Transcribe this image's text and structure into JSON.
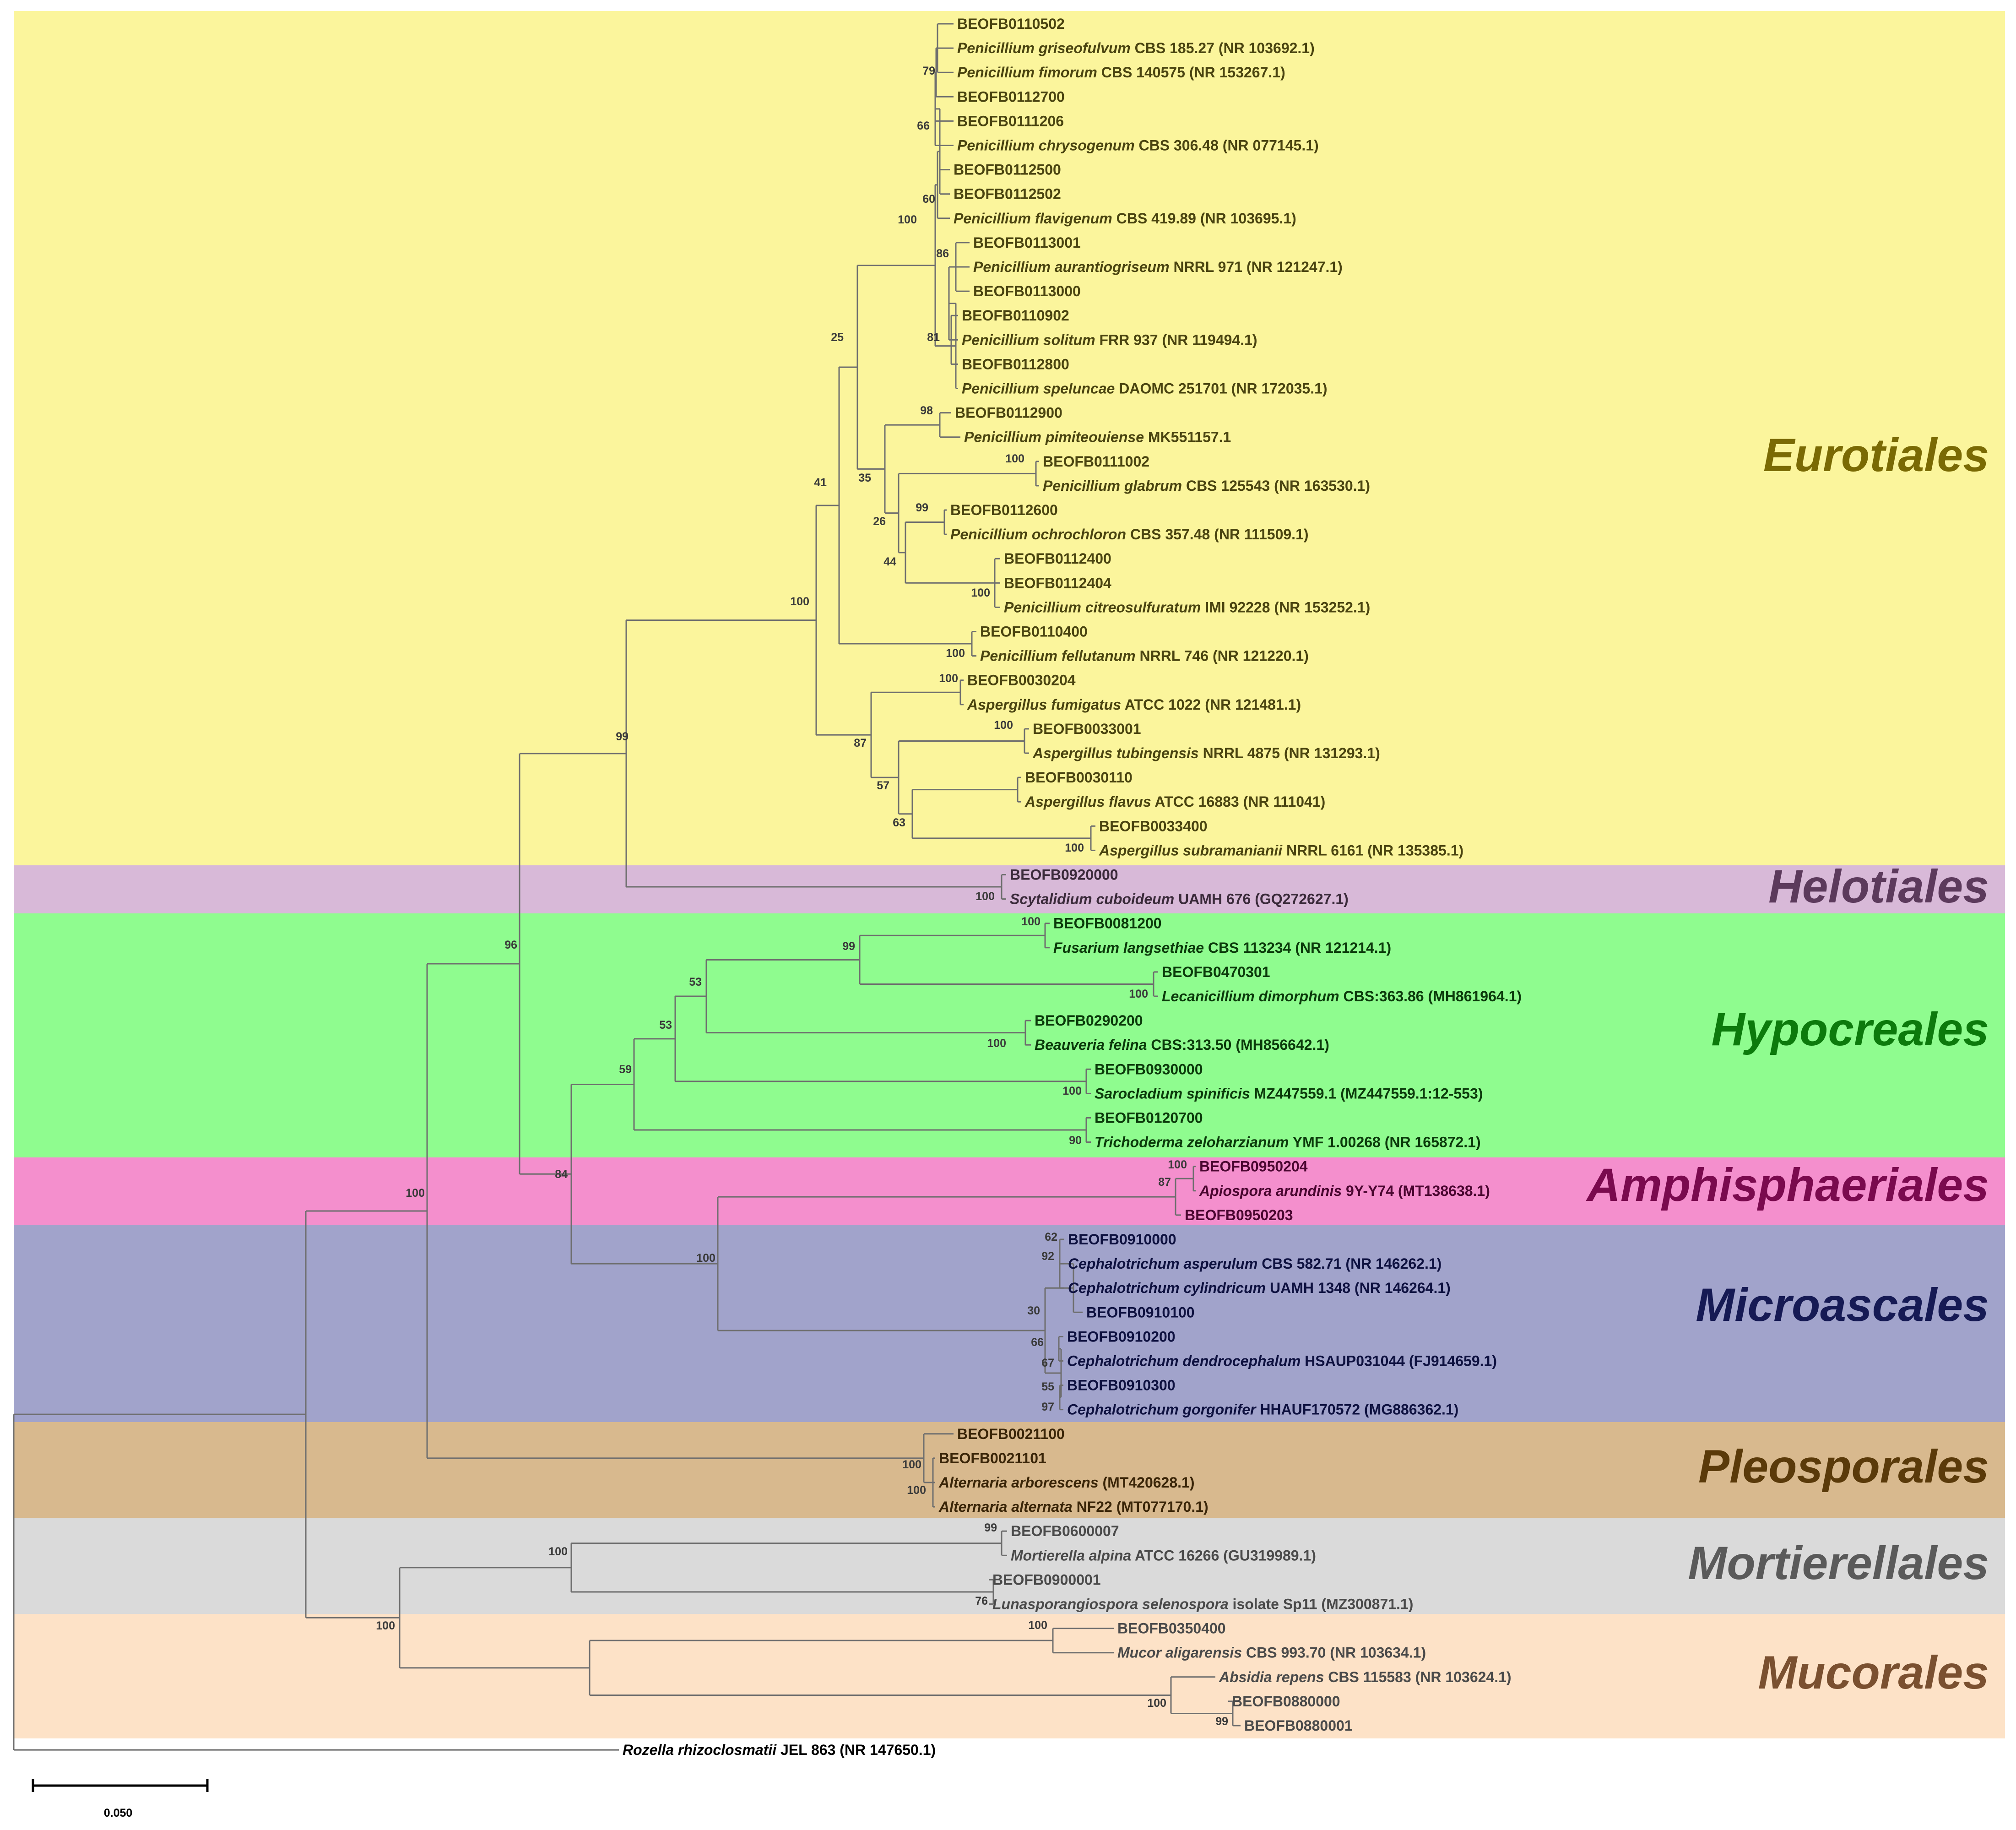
{
  "figure": {
    "bands": [
      {
        "name": "Eurotiales",
        "fill": "#fbf59c",
        "text": "#7a6a04"
      },
      {
        "name": "Helotiales",
        "fill": "#d8b9d8",
        "text": "#5c3a5c"
      },
      {
        "name": "Hypocreales",
        "fill": "#8ffc8f",
        "text": "#0c7a0c"
      },
      {
        "name": "Amphisphaeriales",
        "fill": "#f48fcd",
        "text": "#7a0a4e"
      },
      {
        "name": "Microascales",
        "fill": "#a1a3cb",
        "text": "#161a54"
      },
      {
        "name": "Pleosporales",
        "fill": "#d8b98e",
        "text": "#5a3a0a"
      },
      {
        "name": "Mortierellales",
        "fill": "#dadada",
        "text": "#5a5a5a"
      },
      {
        "name": "Mucorales",
        "fill": "#fde2c7",
        "text": "#7a5030"
      }
    ],
    "leaves": [
      {
        "pre": "BEOFB0110502",
        "it": "",
        "post": ""
      },
      {
        "pre": "",
        "it": "Penicillium griseofulvum",
        "post": " CBS 185.27 (NR 103692.1)"
      },
      {
        "pre": "",
        "it": "Penicillium fimorum",
        "post": " CBS 140575 (NR 153267.1)"
      },
      {
        "pre": "BEOFB0112700",
        "it": "",
        "post": ""
      },
      {
        "pre": "BEOFB0111206",
        "it": "",
        "post": ""
      },
      {
        "pre": "",
        "it": "Penicillium chrysogenum",
        "post": " CBS 306.48 (NR 077145.1)"
      },
      {
        "pre": "BEOFB0112500",
        "it": "",
        "post": ""
      },
      {
        "pre": "BEOFB0112502",
        "it": "",
        "post": ""
      },
      {
        "pre": "",
        "it": "Penicillium flavigenum",
        "post": " CBS 419.89 (NR 103695.1)"
      },
      {
        "pre": "BEOFB0113001",
        "it": "",
        "post": ""
      },
      {
        "pre": "",
        "it": "Penicillium aurantiogriseum",
        "post": " NRRL 971 (NR 121247.1)"
      },
      {
        "pre": "BEOFB0113000",
        "it": "",
        "post": ""
      },
      {
        "pre": "BEOFB0110902",
        "it": "",
        "post": ""
      },
      {
        "pre": "",
        "it": "Penicillium solitum",
        "post": " FRR 937 (NR 119494.1)"
      },
      {
        "pre": "BEOFB0112800",
        "it": "",
        "post": ""
      },
      {
        "pre": "",
        "it": "Penicillium speluncae",
        "post": " DAOMC 251701 (NR 172035.1)"
      },
      {
        "pre": "BEOFB0112900",
        "it": "",
        "post": ""
      },
      {
        "pre": "",
        "it": "Penicillium pimiteouiense",
        "post": " MK551157.1"
      },
      {
        "pre": "BEOFB0111002",
        "it": "",
        "post": ""
      },
      {
        "pre": "",
        "it": "Penicillium glabrum",
        "post": " CBS 125543 (NR 163530.1)"
      },
      {
        "pre": "BEOFB0112600",
        "it": "",
        "post": ""
      },
      {
        "pre": "",
        "it": "Penicillium ochrochloron",
        "post": " CBS 357.48 (NR 111509.1)"
      },
      {
        "pre": "BEOFB0112400",
        "it": "",
        "post": ""
      },
      {
        "pre": "BEOFB0112404",
        "it": "",
        "post": ""
      },
      {
        "pre": "",
        "it": "Penicillium citreosulfuratum",
        "post": " IMI 92228 (NR 153252.1)"
      },
      {
        "pre": "BEOFB0110400",
        "it": "",
        "post": ""
      },
      {
        "pre": "",
        "it": "Penicillium fellutanum",
        "post": " NRRL 746 (NR 121220.1)"
      },
      {
        "pre": "BEOFB0030204",
        "it": "",
        "post": ""
      },
      {
        "pre": "",
        "it": "Aspergillus fumigatus",
        "post": " ATCC 1022 (NR 121481.1)"
      },
      {
        "pre": "BEOFB0033001",
        "it": "",
        "post": ""
      },
      {
        "pre": "",
        "it": "Aspergillus tubingensis",
        "post": " NRRL 4875 (NR 131293.1)"
      },
      {
        "pre": "BEOFB0030110",
        "it": "",
        "post": ""
      },
      {
        "pre": "",
        "it": "Aspergillus flavus",
        "post": " ATCC 16883 (NR 111041)"
      },
      {
        "pre": "BEOFB0033400",
        "it": "",
        "post": ""
      },
      {
        "pre": "",
        "it": "Aspergillus subramanianii",
        "post": " NRRL 6161 (NR 135385.1)"
      },
      {
        "pre": "BEOFB0920000",
        "it": "",
        "post": ""
      },
      {
        "pre": "",
        "it": "Scytalidium cuboideum",
        "post": " UAMH 676 (GQ272627.1)"
      },
      {
        "pre": "BEOFB0081200",
        "it": "",
        "post": ""
      },
      {
        "pre": "",
        "it": "Fusarium langsethiae",
        "post": " CBS 113234 (NR 121214.1)"
      },
      {
        "pre": "BEOFB0470301",
        "it": "",
        "post": ""
      },
      {
        "pre": "",
        "it": "Lecanicillium dimorphum",
        "post": " CBS:363.86 (MH861964.1)"
      },
      {
        "pre": "BEOFB0290200",
        "it": "",
        "post": ""
      },
      {
        "pre": "",
        "it": "Beauveria felina",
        "post": " CBS:313.50 (MH856642.1)"
      },
      {
        "pre": "BEOFB0930000",
        "it": "",
        "post": ""
      },
      {
        "pre": "",
        "it": "Sarocladium spinificis",
        "post": " MZ447559.1 (MZ447559.1:12-553)"
      },
      {
        "pre": "BEOFB0120700",
        "it": "",
        "post": ""
      },
      {
        "pre": "",
        "it": "Trichoderma zeloharzianum",
        "post": " YMF 1.00268 (NR 165872.1)"
      },
      {
        "pre": "BEOFB0950204",
        "it": "",
        "post": ""
      },
      {
        "pre": "",
        "it": "Apiospora arundinis",
        "post": " 9Y-Y74 (MT138638.1)"
      },
      {
        "pre": "BEOFB0950203",
        "it": "",
        "post": ""
      },
      {
        "pre": "BEOFB0910000",
        "it": "",
        "post": ""
      },
      {
        "pre": "",
        "it": "Cephalotrichum asperulum",
        "post": " CBS 582.71 (NR 146262.1)"
      },
      {
        "pre": "",
        "it": "Cephalotrichum cylindricum",
        "post": " UAMH 1348 (NR 146264.1)"
      },
      {
        "pre": "BEOFB0910100",
        "it": "",
        "post": ""
      },
      {
        "pre": "BEOFB0910200",
        "it": "",
        "post": ""
      },
      {
        "pre": "",
        "it": "Cephalotrichum dendrocephalum",
        "post": " HSAUP031044 (FJ914659.1)"
      },
      {
        "pre": "BEOFB0910300",
        "it": "",
        "post": ""
      },
      {
        "pre": "",
        "it": "Cephalotrichum gorgonifer",
        "post": " HHAUF170572 (MG886362.1)"
      },
      {
        "pre": "BEOFB0021100",
        "it": "",
        "post": ""
      },
      {
        "pre": "BEOFB0021101",
        "it": "",
        "post": ""
      },
      {
        "pre": "",
        "it": "Alternaria arborescens",
        "post": " (MT420628.1)"
      },
      {
        "pre": "",
        "it": "Alternaria alternata",
        "post": " NF22 (MT077170.1)"
      },
      {
        "pre": "BEOFB0600007",
        "it": "",
        "post": ""
      },
      {
        "pre": "",
        "it": "Mortierella alpina",
        "post": " ATCC 16266 (GU319989.1)"
      },
      {
        "pre": "BEOFB0900001",
        "it": "",
        "post": ""
      },
      {
        "pre": "",
        "it": "Lunasporangiospora selenospora",
        "post": " isolate Sp11 (MZ300871.1)"
      },
      {
        "pre": "BEOFB0350400",
        "it": "",
        "post": ""
      },
      {
        "pre": "",
        "it": "Mucor aligarensis",
        "post": " CBS 993.70 (NR 103634.1)"
      },
      {
        "pre": "",
        "it": "Absidia repens",
        "post": " CBS 115583 (NR 103624.1)"
      },
      {
        "pre": "BEOFB0880000",
        "it": "",
        "post": ""
      },
      {
        "pre": "BEOFB0880001",
        "it": "",
        "post": ""
      },
      {
        "pre": "",
        "it": "Rozella rhizoclosmatii",
        "post": " JEL 863 (NR 147650.1)"
      }
    ],
    "bootstrap": [
      "79",
      "66",
      "60",
      "100",
      "86",
      "81",
      "25",
      "98",
      "35",
      "100",
      "26",
      "99",
      "44",
      "100",
      "41",
      "100",
      "100",
      "100",
      "87",
      "57",
      "100",
      "63",
      "100",
      "99",
      "100",
      "96",
      "100",
      "99",
      "100",
      "53",
      "53",
      "59",
      "100",
      "100",
      "90",
      "84",
      "100",
      "87",
      "62",
      "92",
      "100",
      "30",
      "66",
      "67",
      "55",
      "97",
      "100",
      "100",
      "100",
      "99",
      "100",
      "76",
      "100",
      "100",
      "100",
      "99"
    ],
    "scale_label": "0.050"
  }
}
